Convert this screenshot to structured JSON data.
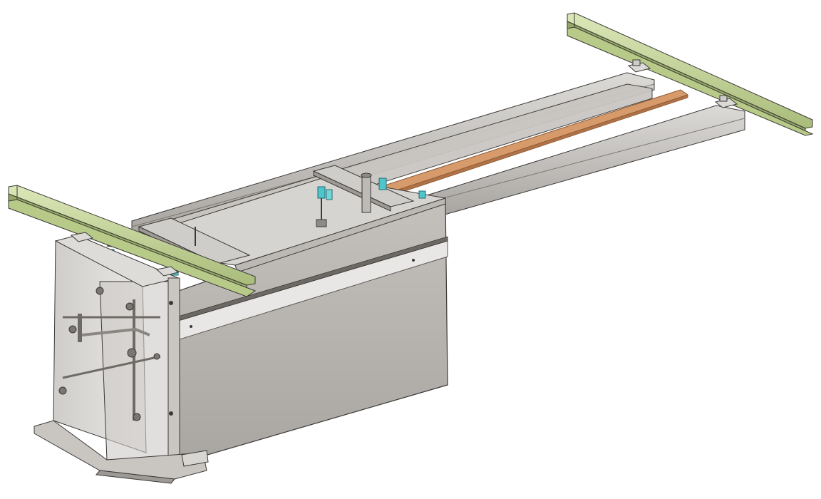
{
  "colors": {
    "background": "#ffffff",
    "beam_green": "#c7d69a",
    "beam_green_dark": "#95a866",
    "steel_light": "#d4d2cf",
    "steel_mid": "#b9b6b2",
    "steel_dark": "#8e8a86",
    "glass": "#c9c6c2",
    "wood": "#d79a6b",
    "wood_dark": "#b07246",
    "clamp_cyan": "#4fc6cc",
    "outline": "#3a3836"
  },
  "icons": [
    "green-i-beam",
    "steel-rail",
    "wooden-strip",
    "cyan-clamp",
    "transparent-housing",
    "base-plate"
  ]
}
